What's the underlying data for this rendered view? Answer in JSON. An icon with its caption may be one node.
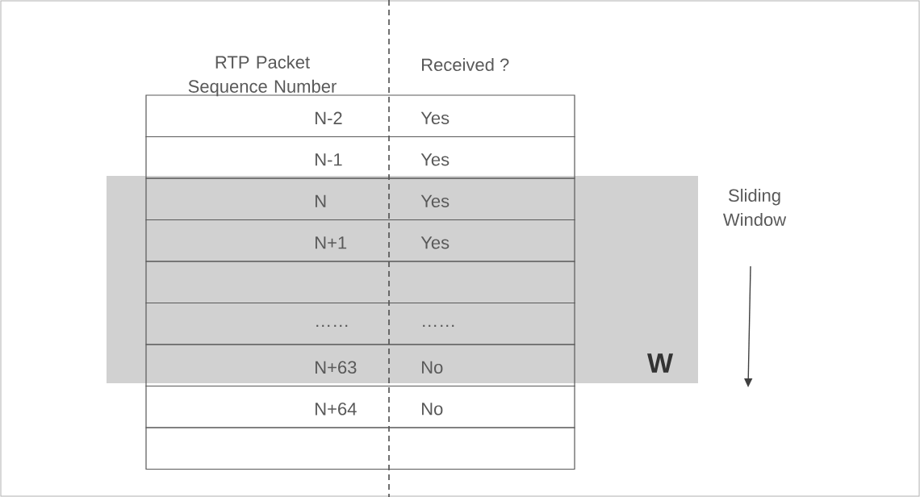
{
  "diagram": {
    "nodes": [
      {
        "text": [
          "W"
        ]
      }
    ],
    "labels": [
      "RTP Packet Sequence Number",
      "Received ?",
      "N-2",
      "Yes",
      "N-1",
      "Yes",
      "N",
      "Yes",
      "N+1",
      "Yes",
      "……",
      "……",
      "N+63",
      "No",
      "N+64",
      "No",
      "Sliding Window"
    ]
  }
}
